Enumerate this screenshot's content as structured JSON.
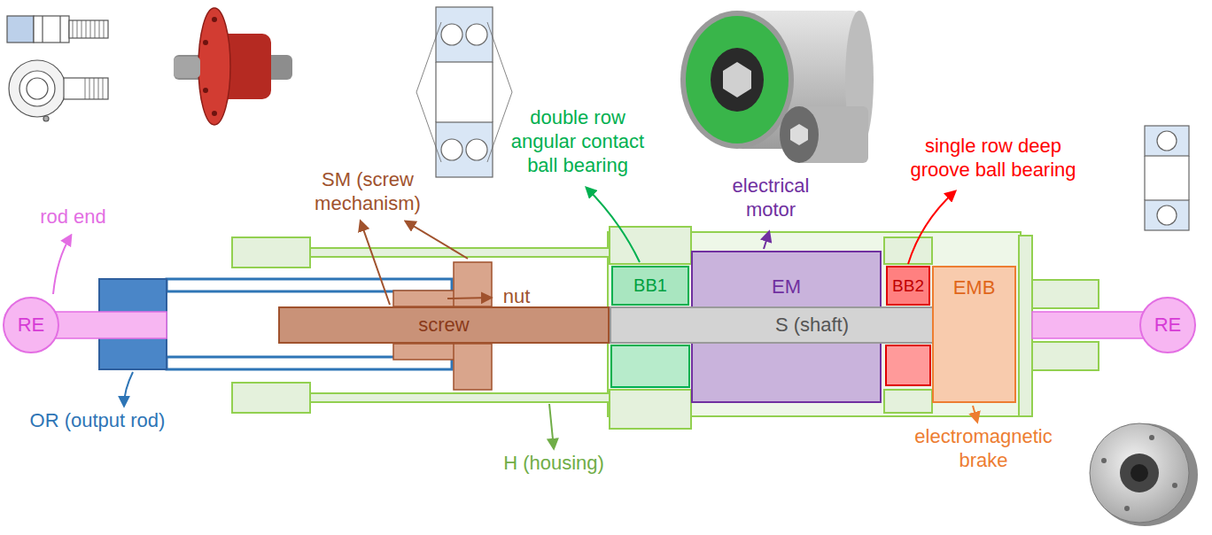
{
  "diagram": {
    "nodes": [
      {
        "text": [
          "RE"
        ]
      },
      {
        "text": [
          "screw"
        ]
      },
      {
        "text": [
          "BB1"
        ]
      },
      {
        "text": [
          "EM"
        ]
      },
      {
        "text": [
          "S (shaft)"
        ]
      },
      {
        "text": [
          "BB2"
        ]
      },
      {
        "text": [
          "EMB"
        ]
      },
      {
        "text": [
          "RE"
        ]
      }
    ],
    "labels": [
      "rod end",
      "SM (screw mechanism)",
      "nut",
      "double row angular contact ball bearing",
      "electrical motor",
      "single row deep groove ball bearing",
      "OR (output rod)",
      "H (housing)",
      "electromagnetic brake"
    ]
  }
}
